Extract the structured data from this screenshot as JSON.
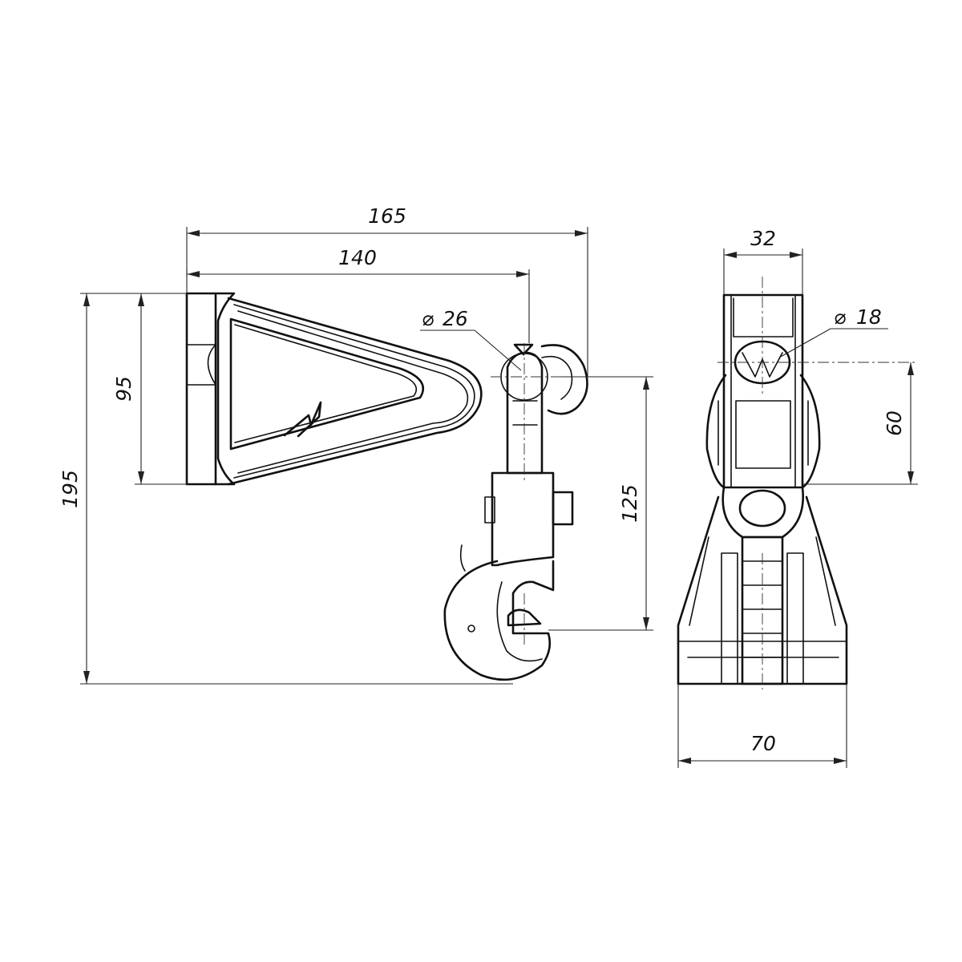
{
  "dimensions": {
    "overall_width": "165",
    "arm_length": "140",
    "pin_diameter": "26",
    "bracket_height": "95",
    "overall_height": "195",
    "hook_drop": "125",
    "top_width": "32",
    "eye_diameter": "18",
    "eye_offset": "60",
    "base_width": "70"
  },
  "symbols": {
    "diameter": "⌀"
  }
}
